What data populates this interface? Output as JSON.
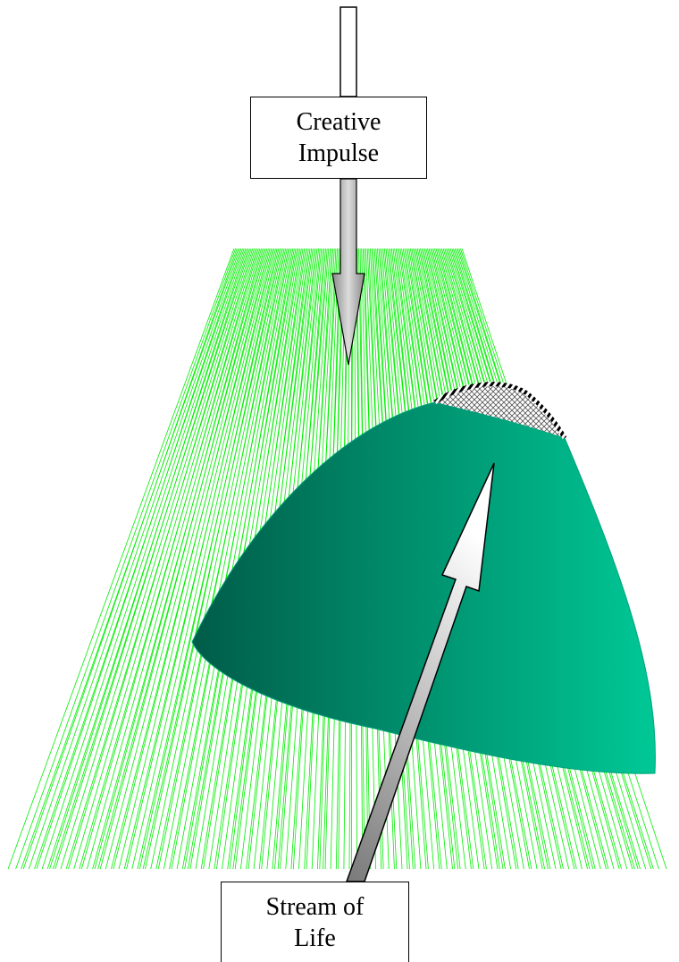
{
  "labels": {
    "creative_impulse": {
      "line1": "Creative",
      "line2": "Impulse"
    },
    "stream_of_life": {
      "line1": "Stream of",
      "line2": "Life"
    }
  },
  "colors": {
    "rays": "#00ee00",
    "cone_dark": "#005c48",
    "cone_light": "#00c896",
    "arrow_shade": "#888888",
    "box_border": "#000000"
  }
}
